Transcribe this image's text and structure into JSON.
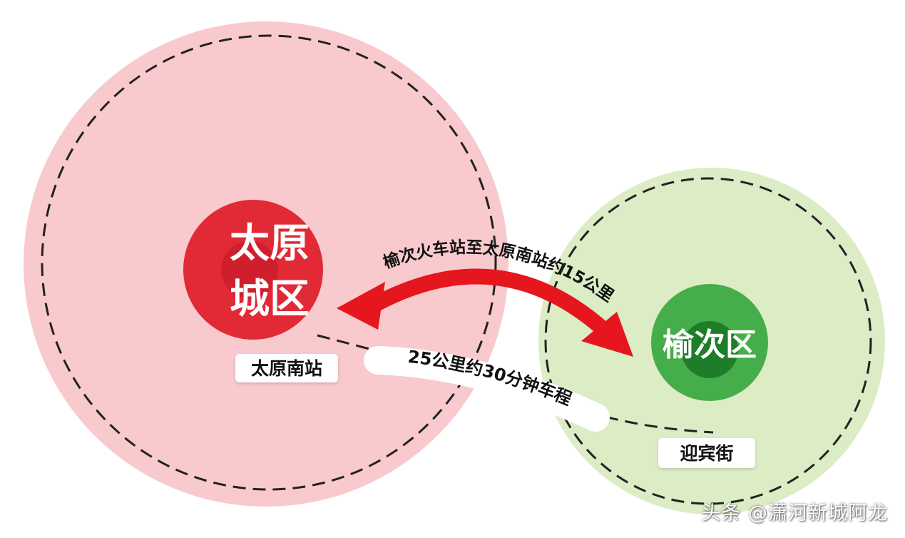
{
  "colors": {
    "outer_left_fill": "#f8c9cd",
    "outer_right_fill": "#dcecc5",
    "center_left_fill": "#e12a36",
    "center_left_inner": "#cf1f2c",
    "center_right_fill": "#45ad4a",
    "center_right_inner": "#1e7d28",
    "arrow": "#e5161e",
    "dash": "#222222"
  },
  "diagram": {
    "left_center_line1": "太原",
    "left_center_line2": "城区",
    "right_center": "榆次区",
    "left_station": "太原南站",
    "right_station": "迎宾街",
    "arrow_label": "榆次火车站至太原南站约15公里",
    "route_label": "25公里约30分钟车程"
  },
  "watermark": "头条 @潇河新城阿龙"
}
